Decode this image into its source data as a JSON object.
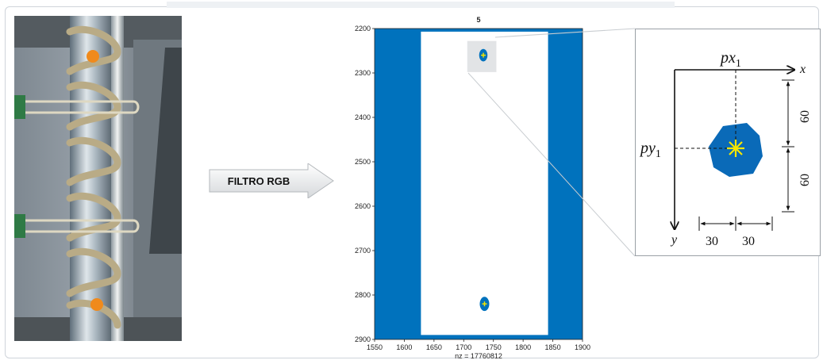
{
  "arrow": {
    "label": "FILTRO RGB"
  },
  "chart_data": {
    "type": "scatter",
    "title": "5",
    "xlabel": "nz = 17760812",
    "xlim": [
      1550,
      1900
    ],
    "ylim": [
      2200,
      2900
    ],
    "y_reversed": true,
    "x_ticks": [
      1550,
      1600,
      1650,
      1700,
      1750,
      1800,
      1850,
      1900
    ],
    "y_ticks": [
      2200,
      2300,
      2400,
      2500,
      2600,
      2700,
      2800,
      2900
    ],
    "fill_color": "#0072bd",
    "blue_band_x_ranges": [
      [
        1550,
        1628
      ],
      [
        1842,
        1900
      ]
    ],
    "blue_band_y_ranges": [
      [
        2200,
        2207
      ],
      [
        2890,
        2900
      ]
    ],
    "blobs": [
      {
        "x": 1733,
        "y": 2260,
        "r_x": 7,
        "r_y": 14
      },
      {
        "x": 1735,
        "y": 2820,
        "r_x": 8,
        "r_y": 16
      }
    ],
    "zoom_region": {
      "x": [
        1706,
        1755
      ],
      "y": [
        2228,
        2298
      ]
    }
  },
  "zoom": {
    "x_axis": "x",
    "y_axis": "y",
    "px_label": "px",
    "px_sub": "1",
    "py_label": "py",
    "py_sub": "1",
    "dim_v_top": "60",
    "dim_v_bottom": "60",
    "dim_h_left": "30",
    "dim_h_right": "30",
    "blob_color": "#0a6ab8",
    "marker_color": "#f4e600"
  },
  "photo": {
    "marker_color": "#f08a1c"
  }
}
